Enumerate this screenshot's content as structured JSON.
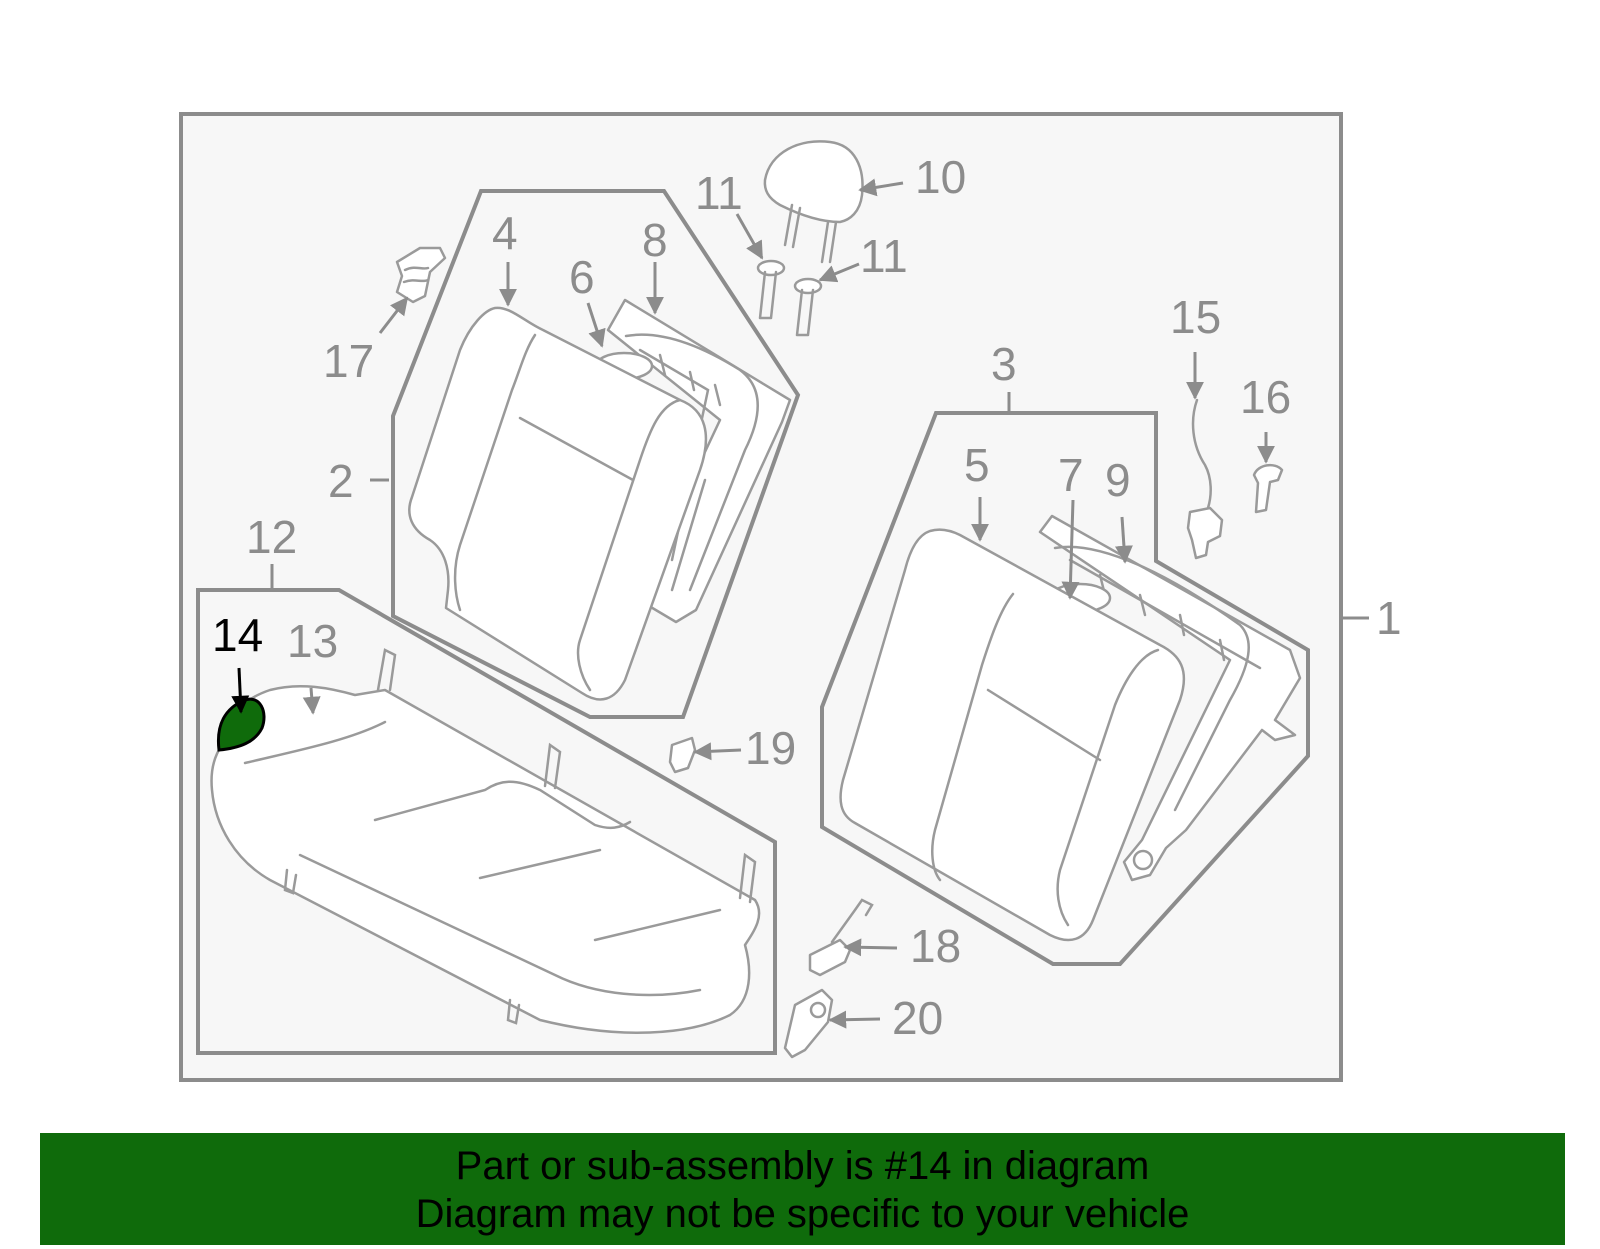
{
  "callouts": {
    "c1": "1",
    "c2": "2",
    "c3": "3",
    "c4": "4",
    "c5": "5",
    "c6": "6",
    "c7": "7",
    "c8": "8",
    "c9": "9",
    "c10": "10",
    "c11a": "11",
    "c11b": "11",
    "c12": "12",
    "c13": "13",
    "c14": "14",
    "c15": "15",
    "c16": "16",
    "c17": "17",
    "c18": "18",
    "c19": "19",
    "c20": "20"
  },
  "highlight": {
    "part_number": "14",
    "color": "#0f6b0b"
  },
  "colors": {
    "line": "#8c8c8c",
    "highlight_text": "#000000",
    "banner_bg": "#0f6b0b"
  },
  "banner": {
    "line1": "Part or sub-assembly is #14 in diagram",
    "line2": "Diagram may not be specific to your vehicle"
  }
}
